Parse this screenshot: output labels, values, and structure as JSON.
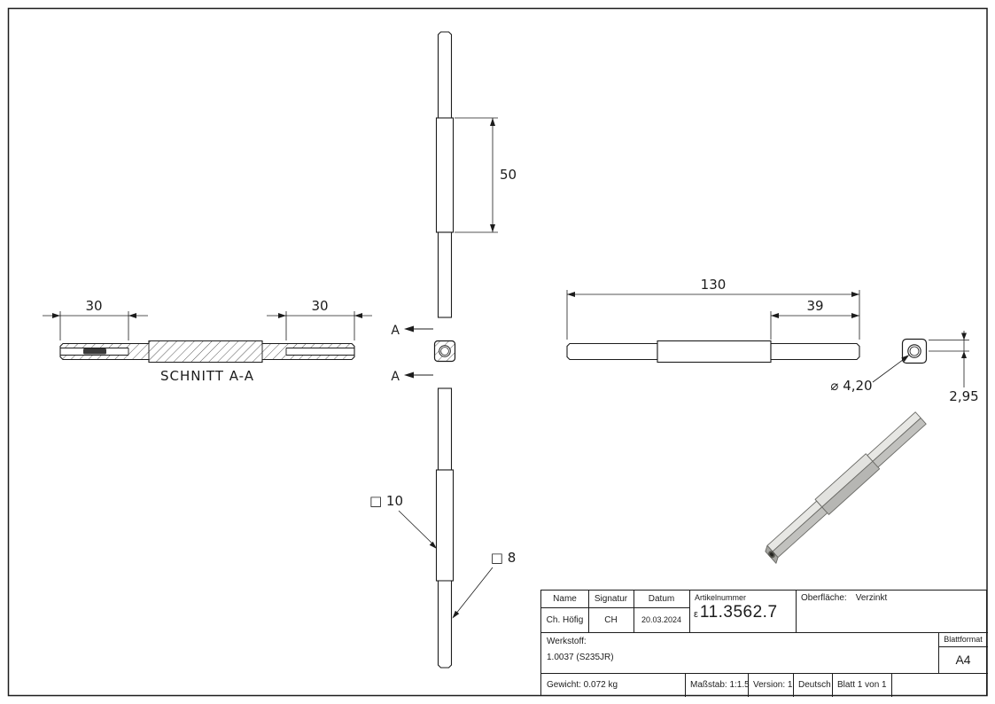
{
  "views": {
    "section": {
      "label": "SCHNITT A-A",
      "dim_left": "30",
      "dim_right": "30"
    },
    "front": {
      "dim_sleeve": "50",
      "cut_top": "A",
      "cut_bottom": "A",
      "sq10": "□ 10",
      "sq8": "□ 8"
    },
    "side": {
      "dim_total": "130",
      "dim_right": "39"
    },
    "end": {
      "dim_hole": "⌀ 4,20",
      "dim_wall": "2,95"
    }
  },
  "title_block": {
    "name_header": "Name",
    "signatur_header": "Signatur",
    "datum_header": "Datum",
    "name_value": "Ch. Höfig",
    "signatur_value": "CH",
    "datum_value": "20.03.2024",
    "artikelnummer_label": "Artikelnummer",
    "artikelnummer_prefix": "ε",
    "artikelnummer_value": "11.3562.7",
    "oberflaeche_label": "Oberfläche:",
    "oberflaeche_value": "Verzinkt",
    "werkstoff_label": "Werkstoff:",
    "werkstoff_value": "1.0037 (S235JR)",
    "blattformat_label": "Blattformat",
    "blattformat_value": "A4",
    "gewicht": "Gewicht: 0.072 kg",
    "massstab": "Maßstab: 1:1.5",
    "version": "Version: 1",
    "sprache": "Deutsch",
    "blatt": "Blatt 1 von 1"
  },
  "colors": {
    "line": "#1c1c1c",
    "hatch": "#444444"
  }
}
